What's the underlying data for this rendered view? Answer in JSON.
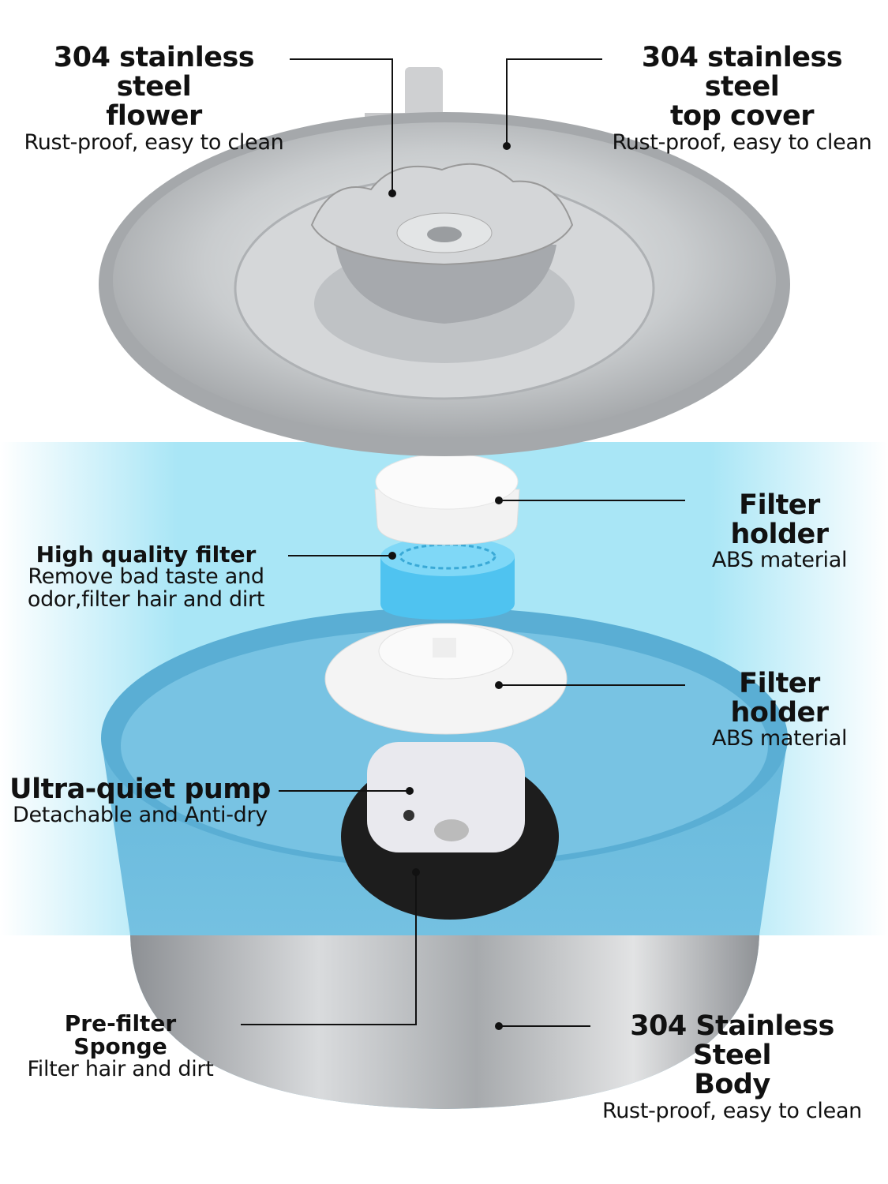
{
  "labels": {
    "flower": {
      "title": "304 stainless steel flower",
      "title_line1": "304 stainless steel",
      "title_line2": "flower",
      "subtitle": "Rust-proof, easy to clean"
    },
    "top_cover": {
      "title_line1": "304 stainless steel",
      "title_line2": "top cover",
      "subtitle": "Rust-proof, easy to clean"
    },
    "filter_holder_upper": {
      "title": "Filter holder",
      "subtitle": "ABS material"
    },
    "filter": {
      "title": "High quality filter",
      "subtitle_line1": "Remove bad taste and",
      "subtitle_line2": "odor,filter hair and dirt"
    },
    "filter_holder_lower": {
      "title": "Filter holder",
      "subtitle": "ABS material"
    },
    "pump": {
      "title": "Ultra-quiet pump",
      "subtitle": "Detachable and Anti-dry"
    },
    "sponge": {
      "title": "Pre-filter Sponge",
      "subtitle": "Filter hair and dirt"
    },
    "body": {
      "title_line1": "304 Stainless Steel",
      "title_line2": "Body",
      "subtitle": "Rust-proof, easy to clean"
    }
  },
  "colors": {
    "water_blue": "#7cc6e6",
    "filter_blue": "#4fc3f0",
    "steel": "#b9bcbf",
    "leader": "#111111"
  },
  "icons": {
    "pointer_dot": "filled-circle"
  }
}
